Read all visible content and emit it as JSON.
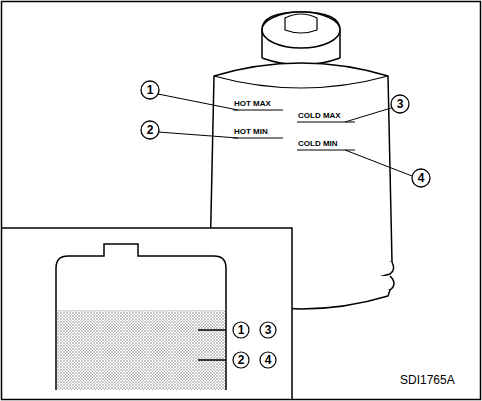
{
  "diagram": {
    "labels": [
      "1",
      "2",
      "3",
      "4",
      "HOT MAX",
      "HOT MIN",
      "COLD MAX",
      "COLD MIN",
      "1",
      "3",
      "2",
      "4",
      "SDI1765A"
    ]
  }
}
